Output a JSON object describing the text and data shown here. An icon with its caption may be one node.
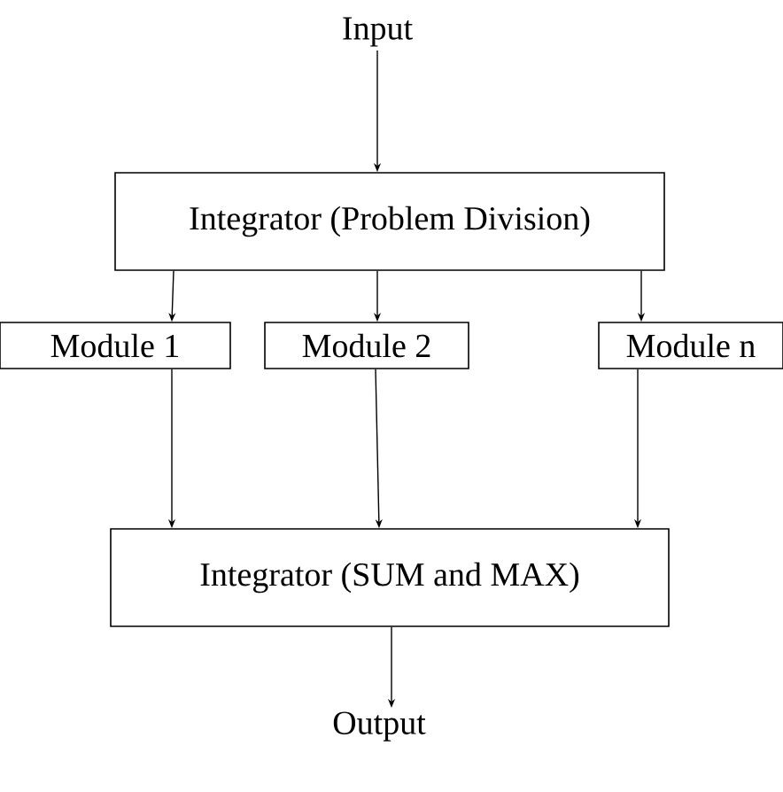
{
  "diagram": {
    "nodes": [
      {
        "text": [
          "Input"
        ]
      },
      {
        "text": [
          "Integrator (Problem Division)"
        ]
      },
      {
        "text": [
          "Module 1"
        ]
      },
      {
        "text": [
          "Module 2"
        ]
      },
      {
        "text": [
          "Module n"
        ]
      },
      {
        "text": [
          "Integrator (SUM and MAX)"
        ]
      },
      {
        "text": [
          "Output"
        ]
      }
    ],
    "edges": [
      {
        "from": 0,
        "to": 1,
        "arrow": "to"
      },
      {
        "from": 1,
        "to": 2,
        "arrow": "to"
      },
      {
        "from": 1,
        "to": 3,
        "arrow": "to"
      },
      {
        "from": 1,
        "to": 4,
        "arrow": "to"
      },
      {
        "from": 2,
        "to": 5,
        "arrow": "to"
      },
      {
        "from": 3,
        "to": 5,
        "arrow": "to"
      },
      {
        "from": 4,
        "to": 5,
        "arrow": "to"
      },
      {
        "from": 5,
        "to": 6,
        "arrow": "to"
      }
    ]
  }
}
